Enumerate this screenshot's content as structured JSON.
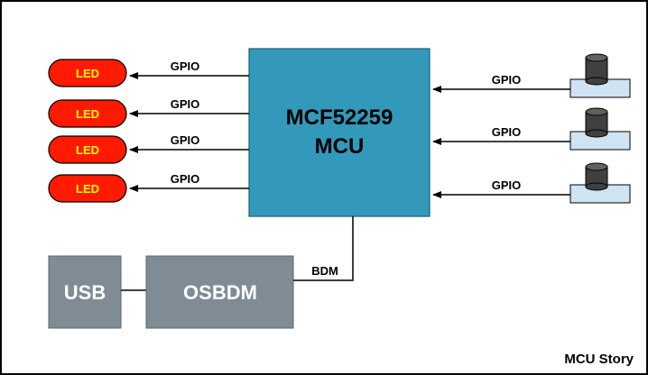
{
  "mcu": {
    "line1": "MCF52259",
    "line2": "MCU",
    "color": "#3399bb"
  },
  "leds": [
    {
      "label": "LED",
      "signal": "GPIO"
    },
    {
      "label": "LED",
      "signal": "GPIO"
    },
    {
      "label": "LED",
      "signal": "GPIO"
    },
    {
      "label": "LED",
      "signal": "GPIO"
    }
  ],
  "buttons": [
    {
      "signal": "GPIO"
    },
    {
      "signal": "GPIO"
    },
    {
      "signal": "GPIO"
    }
  ],
  "usb": {
    "label": "USB"
  },
  "osbdm": {
    "label": "OSBDM"
  },
  "bdm": {
    "label": "BDM"
  },
  "caption": "MCU Story",
  "colors": {
    "led_fill": "#ff1a00",
    "led_text": "#ffff00",
    "box_fill": "#7f8c95",
    "button_base": "#cfe3f2",
    "button_cap": "#404040"
  }
}
